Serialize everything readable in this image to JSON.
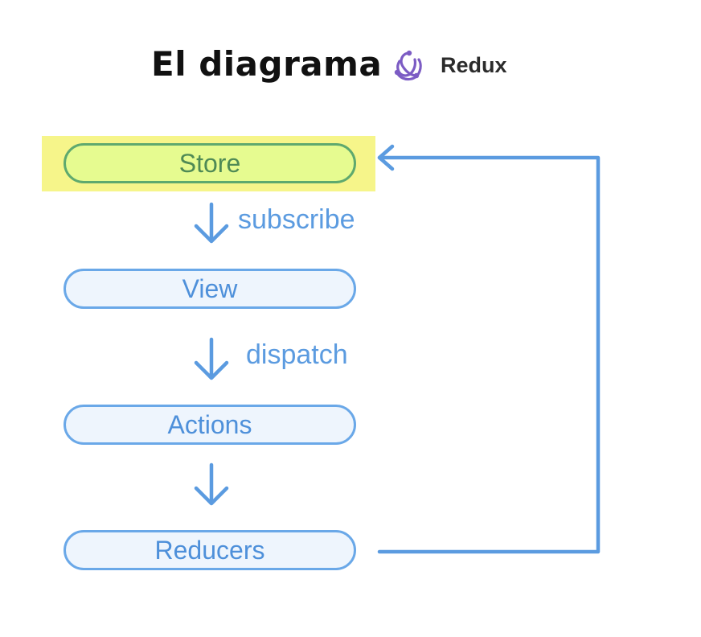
{
  "title": "El diagrama",
  "logo": {
    "icon": "redux-logo-icon",
    "text": "Redux"
  },
  "nodes": {
    "store": "Store",
    "view": "View",
    "actions": "Actions",
    "reducers": "Reducers"
  },
  "edges": {
    "store_to_view": "subscribe",
    "view_to_actions": "dispatch",
    "actions_to_reducers": ""
  },
  "colors": {
    "highlight": "#f6f58a",
    "store_fill": "#e6fb90",
    "store_border": "#5fa96e",
    "node_fill": "#eef5fd",
    "node_border": "#6aa8e8",
    "arrow": "#5b9be0",
    "logo": "#7c5cc4"
  }
}
